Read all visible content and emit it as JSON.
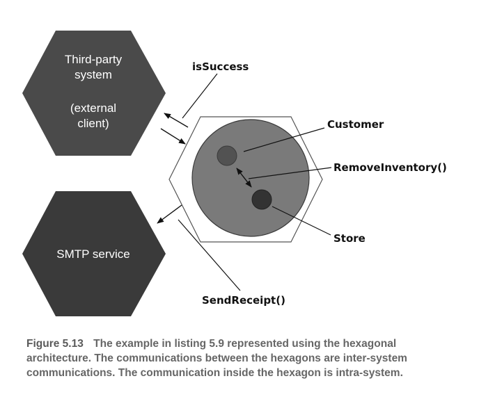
{
  "diagram": {
    "external_client": {
      "line1": "Third-party",
      "line2": "system",
      "line3": "(external",
      "line4": "client)"
    },
    "smtp": {
      "label": "SMTP service"
    },
    "labels": {
      "is_success": "isSuccess",
      "customer": "Customer",
      "remove_inventory": "RemoveInventory()",
      "store": "Store",
      "send_receipt": "SendReceipt()"
    },
    "colors": {
      "external_hexagon": "#4a4a4a",
      "smtp_hexagon": "#3a3a3a",
      "system_circle": "#7a7a7a",
      "customer_node": "#525252",
      "store_node": "#333333",
      "outline": "#555555"
    }
  },
  "caption": {
    "figure_number": "Figure 5.13",
    "line1": "The example in listing 5.9 represented using the hexagonal",
    "line2": "architecture. The communications between the hexagons are inter-system",
    "line3": "communications. The communication inside the hexagon is intra-system."
  }
}
